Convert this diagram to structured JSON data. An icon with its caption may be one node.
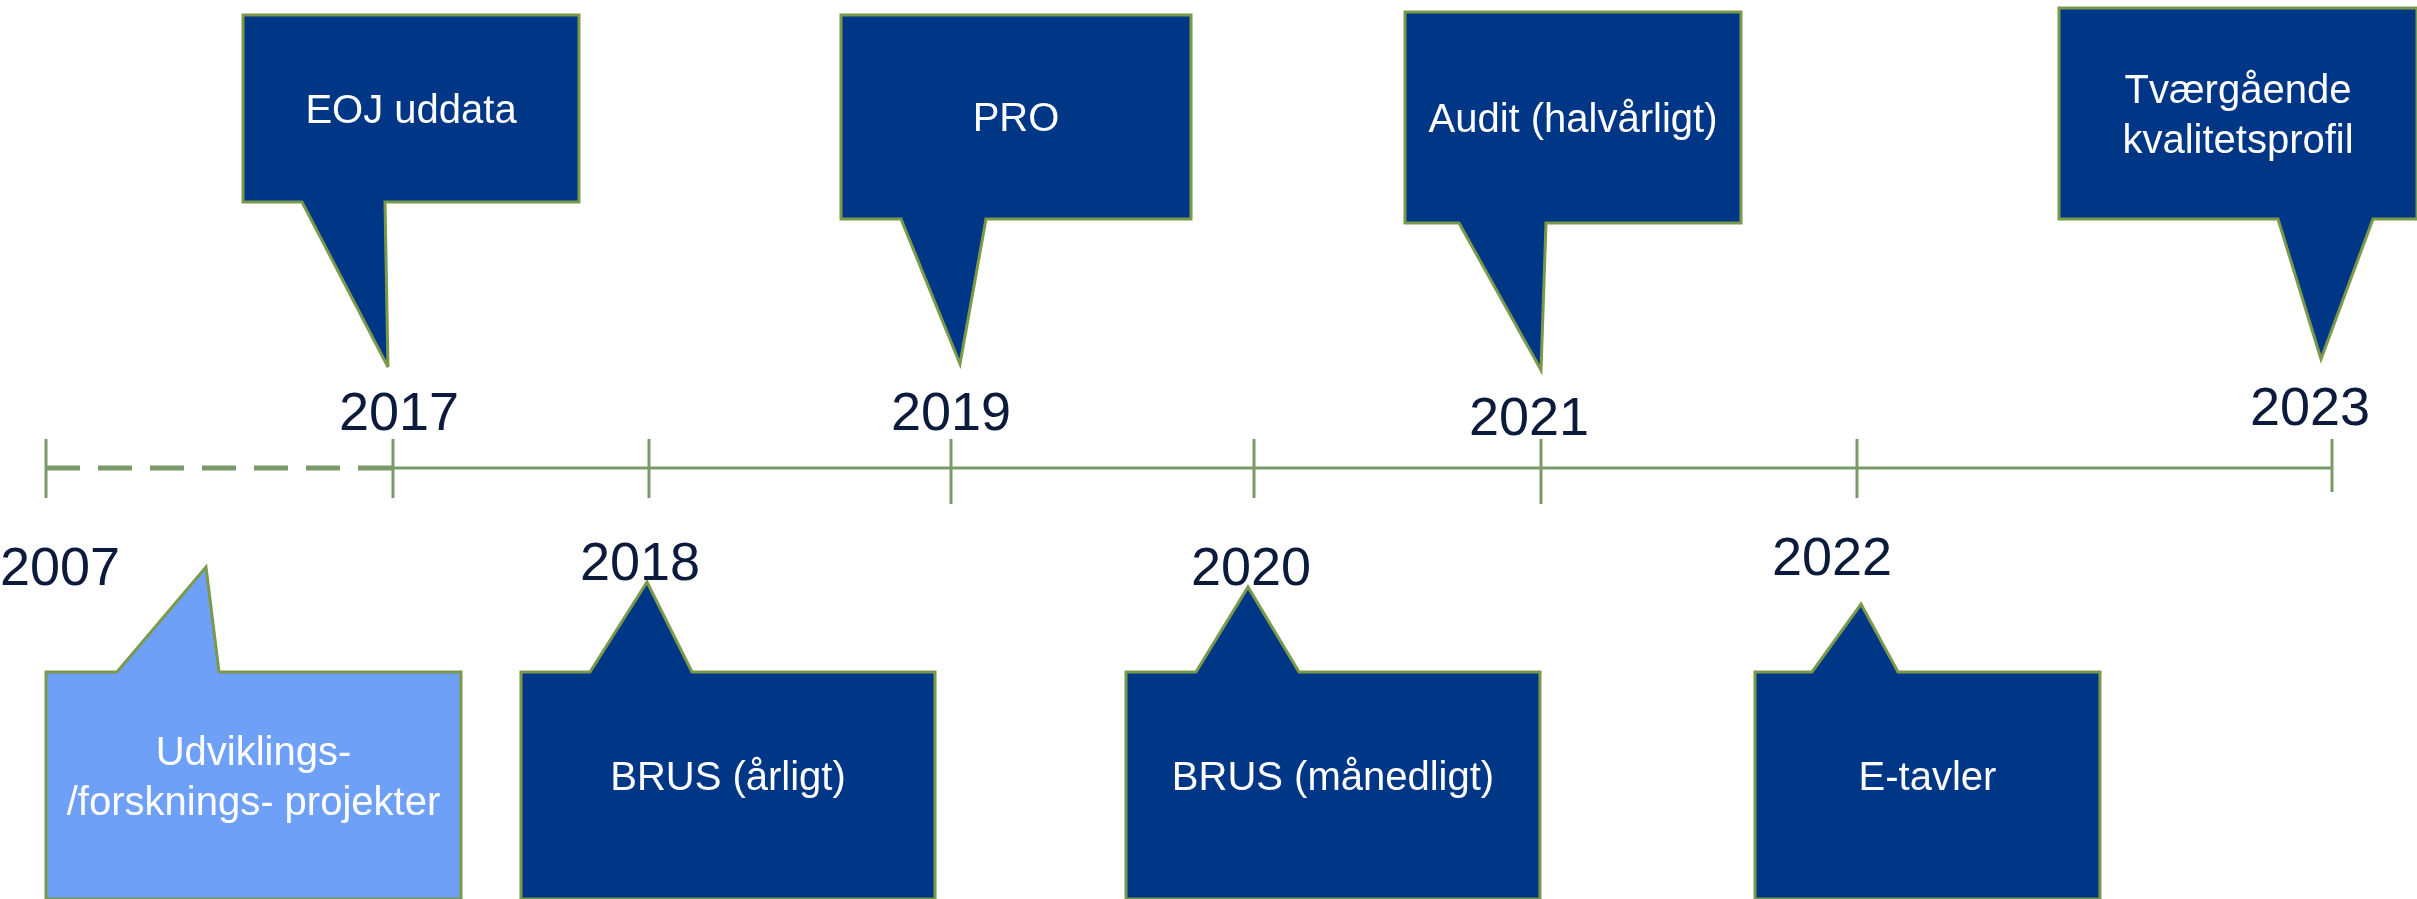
{
  "diagram": {
    "nodes": [
      {
        "text": [
          "EOJ uddata"
        ]
      },
      {
        "text": [
          "PRO"
        ]
      },
      {
        "text": [
          "Audit (halvårligt)"
        ]
      },
      {
        "text": [
          "Tværgående kvalitetsprofil"
        ]
      },
      {
        "text": [
          "Udviklings- /forsknings- projekter"
        ]
      },
      {
        "text": [
          "BRUS (årligt)"
        ]
      },
      {
        "text": [
          "BRUS (månedligt)"
        ]
      },
      {
        "text": [
          "E-tavler"
        ]
      }
    ],
    "labels": [
      "2017",
      "2019",
      "2021",
      "2023",
      "2007",
      "2018",
      "2020",
      "2022"
    ]
  }
}
